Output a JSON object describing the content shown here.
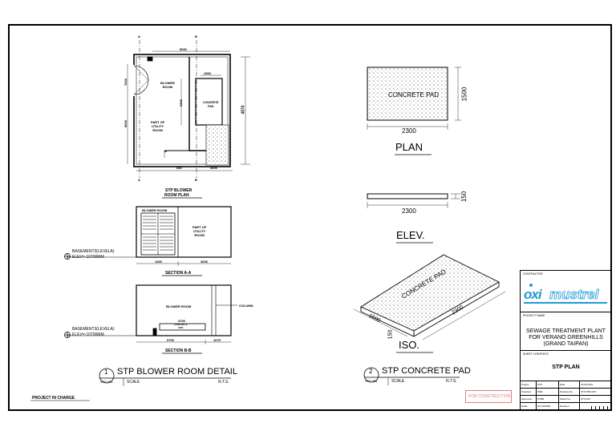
{
  "blower_plan": {
    "section_marks": [
      "A",
      "B",
      "A",
      "B",
      "B"
    ],
    "dims": {
      "top": "5000",
      "inner_top": "1500",
      "left_a": "7000",
      "left_b": "5000",
      "inner": "3300",
      "right": "4570",
      "bottom_a": "650",
      "bottom_b": "3000"
    },
    "rooms": {
      "blower": "BLOWER\nROOM",
      "utility": "PART OF\nUTILITY\nROOM",
      "pad": "CONCRETE\nPAD"
    },
    "title_line1": "STP BLOWER",
    "title_line2": "ROOM PLAN"
  },
  "section_aa": {
    "room_label": "BLOWER ROOM",
    "utility_label": "PART OF\nUTILITY\nROOM",
    "level_label": "BASEMENT3(LEVELA)",
    "elev_label": "ELEV=-10700MM",
    "dims": [
      "1300",
      "3000"
    ],
    "title": "SECTION A-A"
  },
  "section_bb": {
    "room_label": "BLOWER ROOM",
    "column_label": "COLUMN",
    "pad_label": "CONCRETE\nPAD",
    "pad_dim": "3700",
    "level_label": "BASEMENT3(LEVELA)",
    "elev_label": "ELEV=-10700MM",
    "dims": [
      "5700",
      "1075"
    ],
    "title": "SECTION B-B"
  },
  "detail1": {
    "number": "1",
    "ref": "STP 006",
    "title": "STP BLOWER ROOM DETAIL",
    "scale_label": "SCALE",
    "scale": "N.T.S."
  },
  "pad_plan": {
    "label": "CONCRETE PAD",
    "width": "2300",
    "height": "1500",
    "view": "PLAN"
  },
  "pad_elev": {
    "width": "2300",
    "thickness": "150",
    "view": "ELEV."
  },
  "pad_iso": {
    "label": "CONCRETE PAD",
    "dim_a": "2300",
    "dim_b": "1500",
    "dim_c": "150",
    "view": "ISO."
  },
  "detail2": {
    "number": "2",
    "ref": "STP 006",
    "title": "STP CONCRETE PAD",
    "scale_label": "SCALE",
    "scale": "N.T.S."
  },
  "project_in_charge": "PROJECT IN CHARGE",
  "stamp": "FOR CONSTRUCTION",
  "title_block": {
    "contractor_label": "CONTRACTOR",
    "logo_a": "oxi",
    "logo_b": "mustrel",
    "project_title_label": "PROJECT NAME",
    "project_line1": "SEWAGE TREATMENT PLANT",
    "project_line2": "FOR VERANO GREENHILLS",
    "project_line3": "(GRAND TAIPAN)",
    "sheet_contents_label": "SHEET CONTENTS",
    "sheet_title": "STP PLAN",
    "fields": [
      [
        "Project",
        "STP",
        "Date",
        "18.09.2019"
      ],
      [
        "Checked",
        "SMD",
        "Drawing No.",
        "STP-PRO-007"
      ],
      [
        "Approved",
        "STBB",
        "Sheet No.",
        "STP 006"
      ],
      [
        "Scale",
        "AS SHOWN",
        "Revision",
        ""
      ]
    ]
  },
  "colors": {
    "line": "#000000",
    "stamp": "#e27b7b",
    "logo_blue": "#1d9ad6"
  }
}
